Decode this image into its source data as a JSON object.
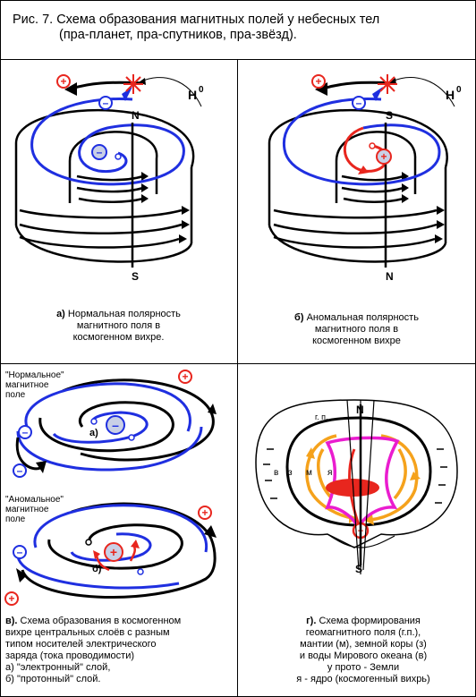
{
  "title": {
    "line1": "Рис.  7.  Схема образования  магнитных полей  у небесных  тел",
    "line2": "(пра-планет,  пра-спутников,  пра-звёзд)."
  },
  "panel_a": {
    "n_label": "N",
    "s_label": "S",
    "h_label": "H",
    "h_sup": "0",
    "caption_letter": "а)",
    "caption_line1": "Нормальная полярность",
    "caption_line2": "магнитного поля  в",
    "caption_line3": "космогенном  вихре."
  },
  "panel_b": {
    "n_label": "S",
    "s_label": "N",
    "h_label": "H",
    "h_sup": "0",
    "caption_letter": "б)",
    "caption_line1": "Аномальная  полярность",
    "caption_line2": "магнитного  поля  в",
    "caption_line3": "космогенном  вихре"
  },
  "panel_c": {
    "normal_label1": "\"Нормальное\"",
    "normal_label2": "магнитное",
    "normal_label3": "поле",
    "anomal_label1": "\"Аномальное\"",
    "anomal_label2": "магнитное",
    "anomal_label3": "поле",
    "inner_a": "а)",
    "inner_b": "б)",
    "caption_letter": "в).",
    "caption_line1": "Схема образования в космогенном",
    "caption_line2": "вихре центральных слоёв с разным",
    "caption_line3": "типом  носителей  электрического",
    "caption_line4": "заряда  (тока проводимости)",
    "caption_line5": "а)  \"электронный\"  слой,",
    "caption_line6": "б)  \"протонный\"  слой."
  },
  "panel_d": {
    "n_label": "N",
    "s_label": "S",
    "gp_label": "г. п.",
    "v_label": "в",
    "z_label": "з",
    "m_label": "м",
    "ya_label": "я",
    "caption_letter": "г).",
    "caption_line1": "Схема  формирования",
    "caption_line2": "геомагнитного поля  (г.п.),",
    "caption_line3": "мантии  (м), земной коры  (з)",
    "caption_line4": "и  воды  Мирового океана (в)",
    "caption_line5": "у прото - Земли",
    "caption_line6": "я  -  ядро  (космогенный  вихрь)"
  },
  "colors": {
    "blue": "#1f2fe0",
    "red": "#e8261e",
    "magenta": "#ea1ccf",
    "orange": "#f5a21c",
    "charge_fill": "#c9d0e6"
  }
}
